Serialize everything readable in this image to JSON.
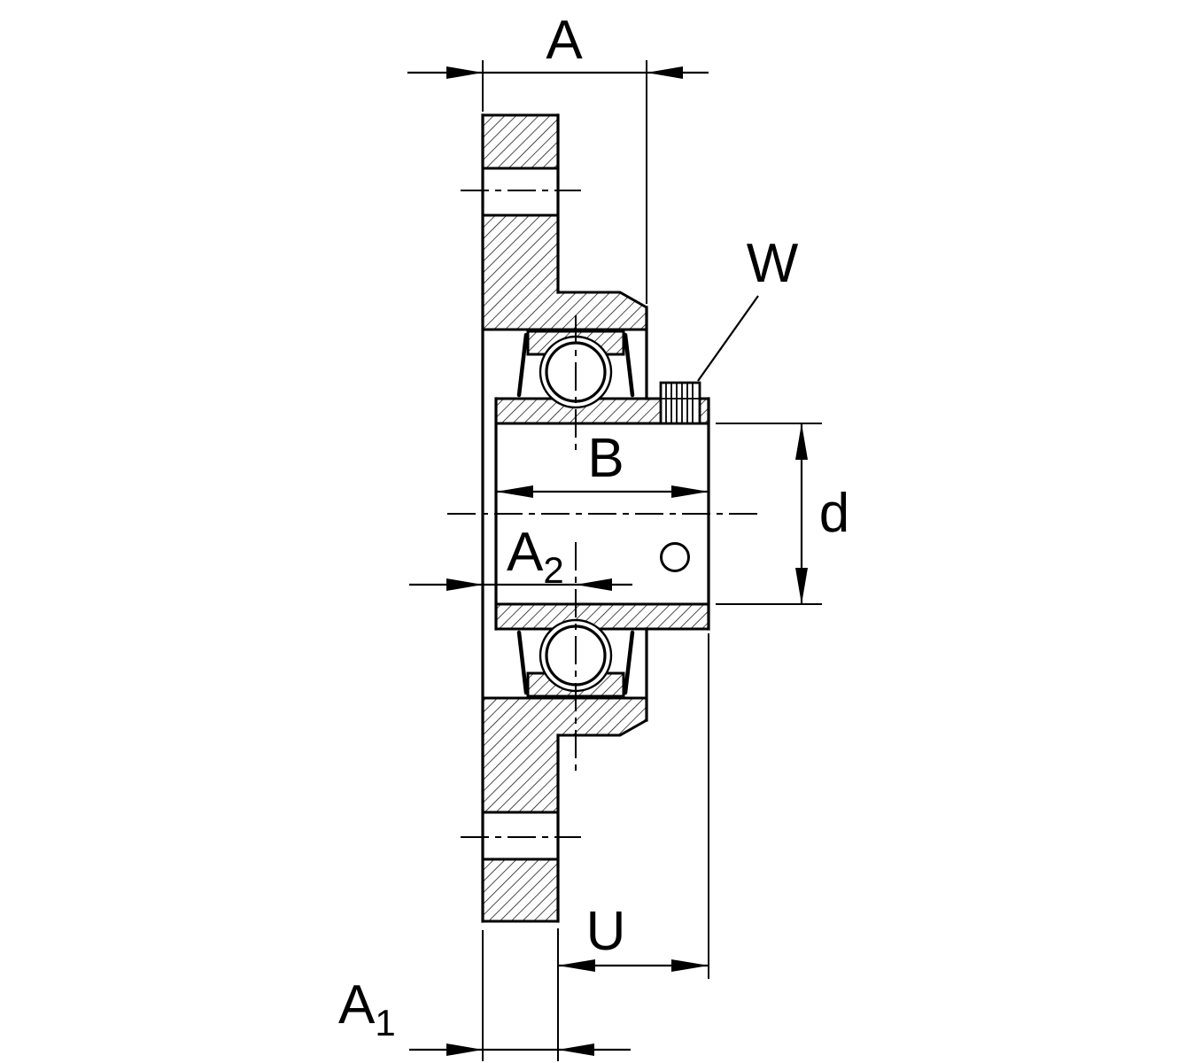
{
  "drawing": {
    "colors": {
      "line": "#000000",
      "background": "#ffffff"
    },
    "labels": {
      "A": "A",
      "A1_base": "A",
      "A1_sub": "1",
      "A2_base": "A",
      "A2_sub": "2",
      "B": "B",
      "d": "d",
      "U": "U",
      "W": "W"
    }
  }
}
